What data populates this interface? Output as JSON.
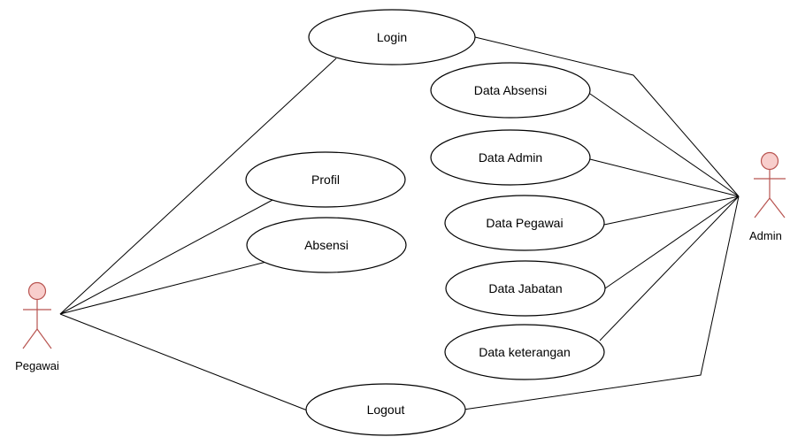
{
  "colors": {
    "actor_fill": "#f8cecc",
    "actor_stroke": "#b85450",
    "line": "#000000",
    "usecase_fill": "#ffffff"
  },
  "actors": [
    {
      "id": "pegawai",
      "label": "Pegawai"
    },
    {
      "id": "admin",
      "label": "Admin"
    }
  ],
  "use_cases": [
    {
      "id": "login",
      "label": "Login"
    },
    {
      "id": "data-absensi",
      "label": "Data Absensi"
    },
    {
      "id": "data-admin",
      "label": "Data Admin"
    },
    {
      "id": "profil",
      "label": "Profil"
    },
    {
      "id": "data-pegawai",
      "label": "Data Pegawai"
    },
    {
      "id": "absensi",
      "label": "Absensi"
    },
    {
      "id": "data-jabatan",
      "label": "Data Jabatan"
    },
    {
      "id": "data-keterangan",
      "label": "Data keterangan"
    },
    {
      "id": "logout",
      "label": "Logout"
    }
  ],
  "associations": [
    {
      "actor": "pegawai",
      "use_case": "login"
    },
    {
      "actor": "pegawai",
      "use_case": "profil"
    },
    {
      "actor": "pegawai",
      "use_case": "absensi"
    },
    {
      "actor": "pegawai",
      "use_case": "logout"
    },
    {
      "actor": "admin",
      "use_case": "login"
    },
    {
      "actor": "admin",
      "use_case": "data-absensi"
    },
    {
      "actor": "admin",
      "use_case": "data-admin"
    },
    {
      "actor": "admin",
      "use_case": "data-pegawai"
    },
    {
      "actor": "admin",
      "use_case": "data-jabatan"
    },
    {
      "actor": "admin",
      "use_case": "data-keterangan"
    },
    {
      "actor": "admin",
      "use_case": "logout"
    }
  ]
}
